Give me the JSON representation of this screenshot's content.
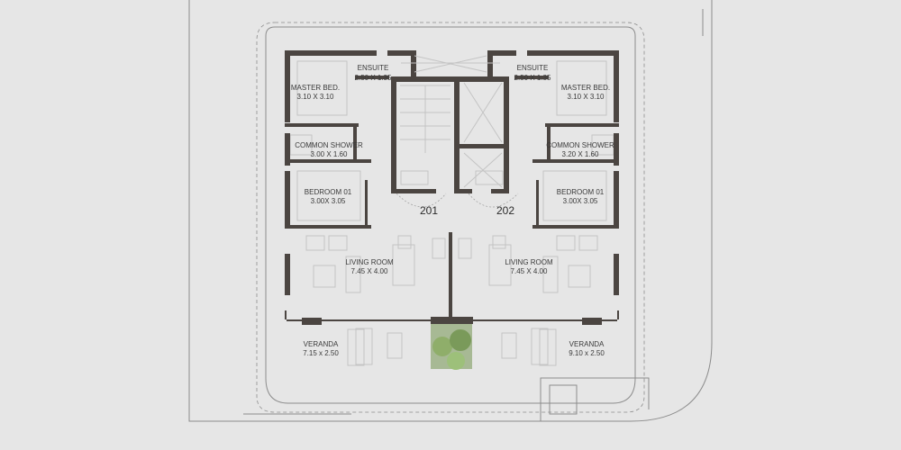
{
  "plan": {
    "units": [
      {
        "number": "201"
      },
      {
        "number": "202"
      }
    ],
    "rooms": {
      "left": [
        {
          "name": "MASTER BED.",
          "size": "3.10 X 3.10"
        },
        {
          "name": "ENSUITE",
          "size": "2.50 X 1.35"
        },
        {
          "name": "COMMON SHOWER",
          "size": "3.00 X 1.60"
        },
        {
          "name": "BEDROOM 01",
          "size": "3.00X 3.05"
        },
        {
          "name": "LIVING ROOM",
          "size": "7.45 X 4.00"
        },
        {
          "name": "VERANDA",
          "size": "7.15 x 2.50"
        }
      ],
      "right": [
        {
          "name": "MASTER BED.",
          "size": "3.10 X 3.10"
        },
        {
          "name": "ENSUITE",
          "size": "2.50 X 1.35"
        },
        {
          "name": "COMMON SHOWER",
          "size": "3.20 X 1.60"
        },
        {
          "name": "BEDROOM 01",
          "size": "3.00X 3.05"
        },
        {
          "name": "LIVING ROOM",
          "size": "7.45 X 4.00"
        },
        {
          "name": "VERANDA",
          "size": "9.10 x 2.50"
        }
      ]
    },
    "colors": {
      "wall": "#4b4541",
      "background": "#e6e6e6",
      "planter": "#9fb58c"
    }
  }
}
